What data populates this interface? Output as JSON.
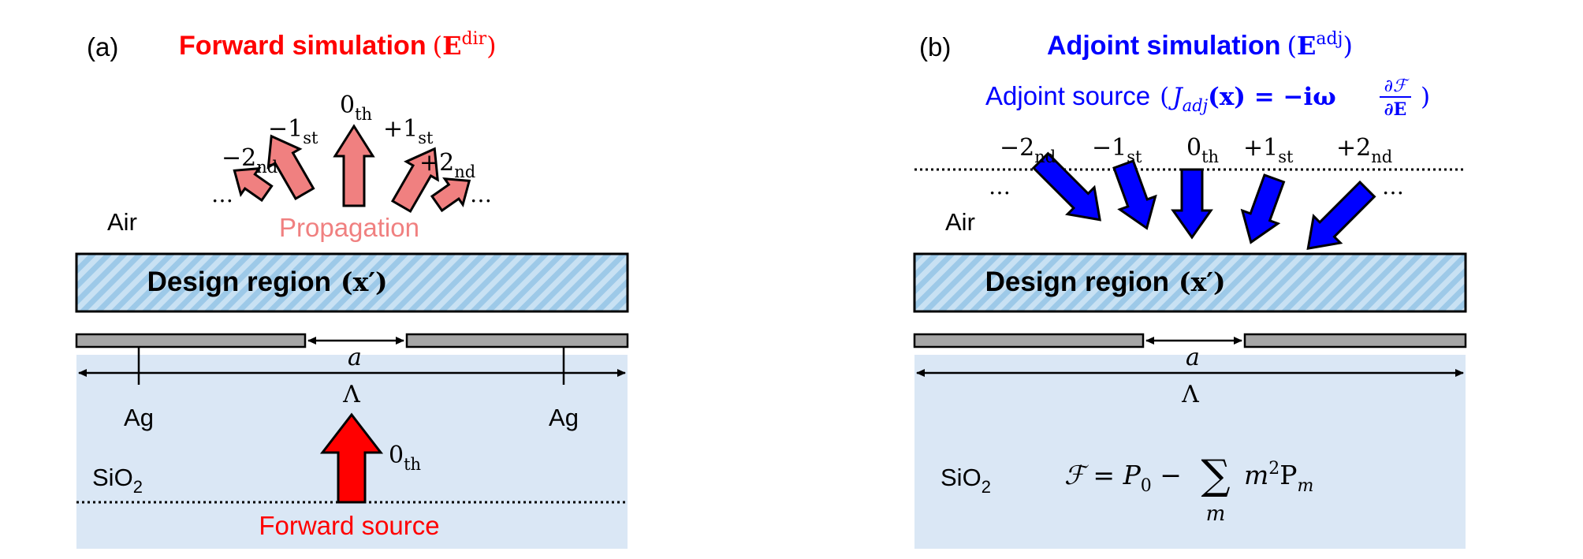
{
  "panel_a": {
    "label": "(a)",
    "title": "Forward simulation",
    "title_symbol": "E",
    "title_symbol_sup": "dir",
    "air_label": "Air",
    "propagation_label": "Propagation",
    "orders": {
      "m2": {
        "base": "−2",
        "sub": "nd"
      },
      "m1": {
        "base": "−1",
        "sub": "st"
      },
      "zero": {
        "base": "0",
        "sub": "th"
      },
      "p1": {
        "base": "+1",
        "sub": "st"
      },
      "p2": {
        "base": "+2",
        "sub": "nd"
      }
    },
    "ellipsis": "…",
    "design_region": "Design region",
    "design_symbol": "(x′)",
    "period_a": "a",
    "period_lambda": "Λ",
    "ag_label": "Ag",
    "substrate_main": "SiO",
    "substrate_sub": "2",
    "source_order": {
      "base": "0",
      "sub": "th"
    },
    "source_label": "Forward source"
  },
  "panel_b": {
    "label": "(b)",
    "title": "Adjoint simulation",
    "title_symbol": "E",
    "title_symbol_sup": "adj",
    "adjoint_source_label": "Adjoint source",
    "adjoint_j": "J",
    "adjoint_j_sub": "adj",
    "adjoint_rhs": "(x) = −iω",
    "frac_num": "∂ℱ",
    "frac_den": "∂E",
    "air_label": "Air",
    "orders": {
      "m2": {
        "base": "−2",
        "sub": "nd"
      },
      "m1": {
        "base": "−1",
        "sub": "st"
      },
      "zero": {
        "base": "0",
        "sub": "th"
      },
      "p1": {
        "base": "+1",
        "sub": "st"
      },
      "p2": {
        "base": "+2",
        "sub": "nd"
      }
    },
    "ellipsis": "…",
    "design_region": "Design region",
    "design_symbol": "(x′)",
    "period_a": "a",
    "period_lambda": "Λ",
    "substrate_main": "SiO",
    "substrate_sub": "2",
    "fom_lhs": "ℱ = P",
    "fom_lhs_sub": "0",
    "fom_minus": " − ",
    "fom_sum": "∑",
    "fom_sum_index": "m",
    "fom_term": "m",
    "fom_term_sup": "2",
    "fom_term_p": "P",
    "fom_term_p_sub": "m"
  },
  "colors": {
    "forward_red": "#ff0000",
    "propagation_pink": "#f08080",
    "adjoint_blue": "#0000ff",
    "substrate_fill": "#dae7f5",
    "design_hatch": "#9dc9e8",
    "ag_gray": "#a6a6a6"
  }
}
